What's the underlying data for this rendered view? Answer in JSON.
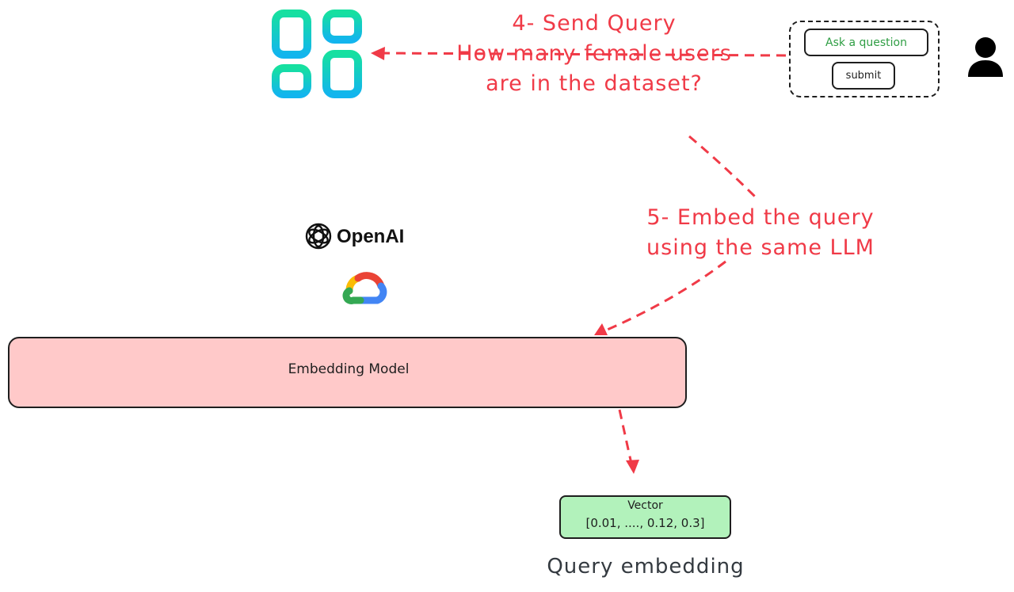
{
  "annotations": {
    "send_query": {
      "step": "4- Send Query",
      "line1": "How many female users",
      "line2": "are in the dataset?"
    },
    "embed_query": {
      "line1": "5- Embed the query",
      "line2": "using the same LLM"
    }
  },
  "user_form": {
    "input_placeholder": "Ask a question",
    "submit_label": "submit"
  },
  "providers": {
    "openai_label": "OpenAI"
  },
  "embedding_model": {
    "label": "Embedding Model"
  },
  "vector": {
    "title": "Vector",
    "values": "[0.01, ...., 0.12, 0.3]",
    "caption": "Query embedding"
  },
  "icons": {
    "app": "app-grid-icon",
    "user": "user-icon",
    "openai": "openai-logo-icon",
    "cloud": "google-cloud-icon"
  },
  "colors": {
    "arrow": "#f03a47",
    "annotation": "#f03a47",
    "app_icon_top": "#16e0a0",
    "app_icon_bottom": "#12b5ee",
    "embedding_fill": "#ffc9c9",
    "vector_fill": "#b2f2bb",
    "input_text": "#2f9e44"
  }
}
